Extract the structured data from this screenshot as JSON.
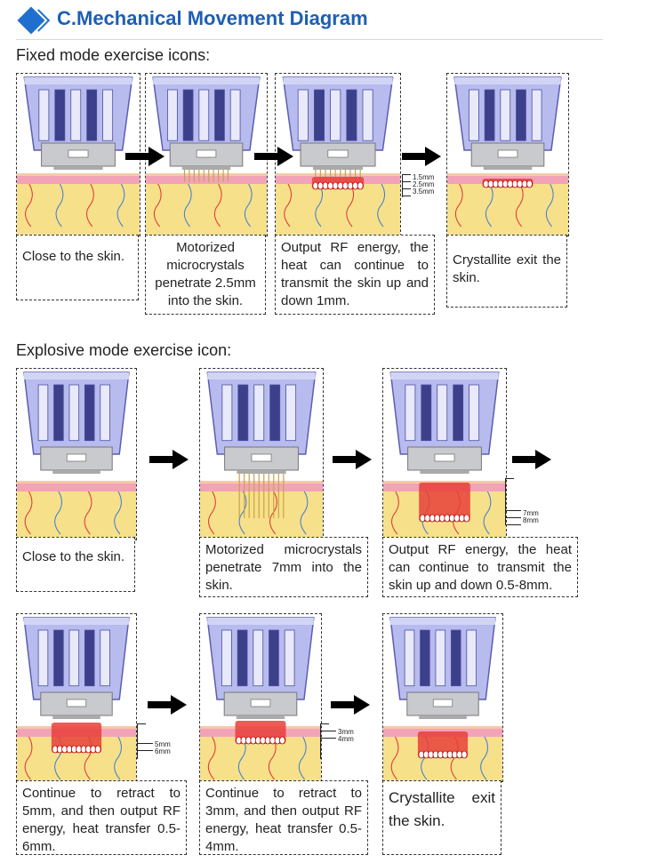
{
  "header": {
    "title": "C.Mechanical Movement Diagram"
  },
  "fixed": {
    "heading": "Fixed mode exercise icons:",
    "steps": [
      {
        "caption": "Close to the skin."
      },
      {
        "caption": "Motorized microcrystals penetrate 2.5mm into the skin."
      },
      {
        "caption": "Output RF energy, the heat can continue to transmit the skin up and down 1mm."
      },
      {
        "caption": "Crystallite exit the skin."
      }
    ],
    "depths": [
      "1.5mm",
      "2.5mm",
      "3.5mm"
    ]
  },
  "explosive": {
    "heading": "Explosive mode exercise icon:",
    "steps": [
      {
        "caption": "Close to the skin."
      },
      {
        "caption": "Motorized microcrystals penetrate 7mm into the skin."
      },
      {
        "caption": "Output RF energy, the heat can continue to transmit the skin up and down 0.5-8mm."
      },
      {
        "caption": "Continue to retract to 5mm, and then output RF energy, heat transfer 0.5-6mm."
      },
      {
        "caption": "Continue to retract to 3mm, and then output RF energy, heat transfer 0.5-4mm."
      },
      {
        "caption": "Crystallite exit the skin."
      }
    ],
    "depth_labels": {
      "step3": [
        "7mm",
        "8mm"
      ],
      "step4": [
        "5mm",
        "6mm"
      ],
      "step5": [
        "3mm",
        "4mm"
      ]
    }
  },
  "colors": {
    "title": "#1e5fb3",
    "device": "#8a8fd8",
    "skin_pink": "#f2a3b8",
    "fat": "#f7e08a",
    "rf": "#e8403a"
  }
}
